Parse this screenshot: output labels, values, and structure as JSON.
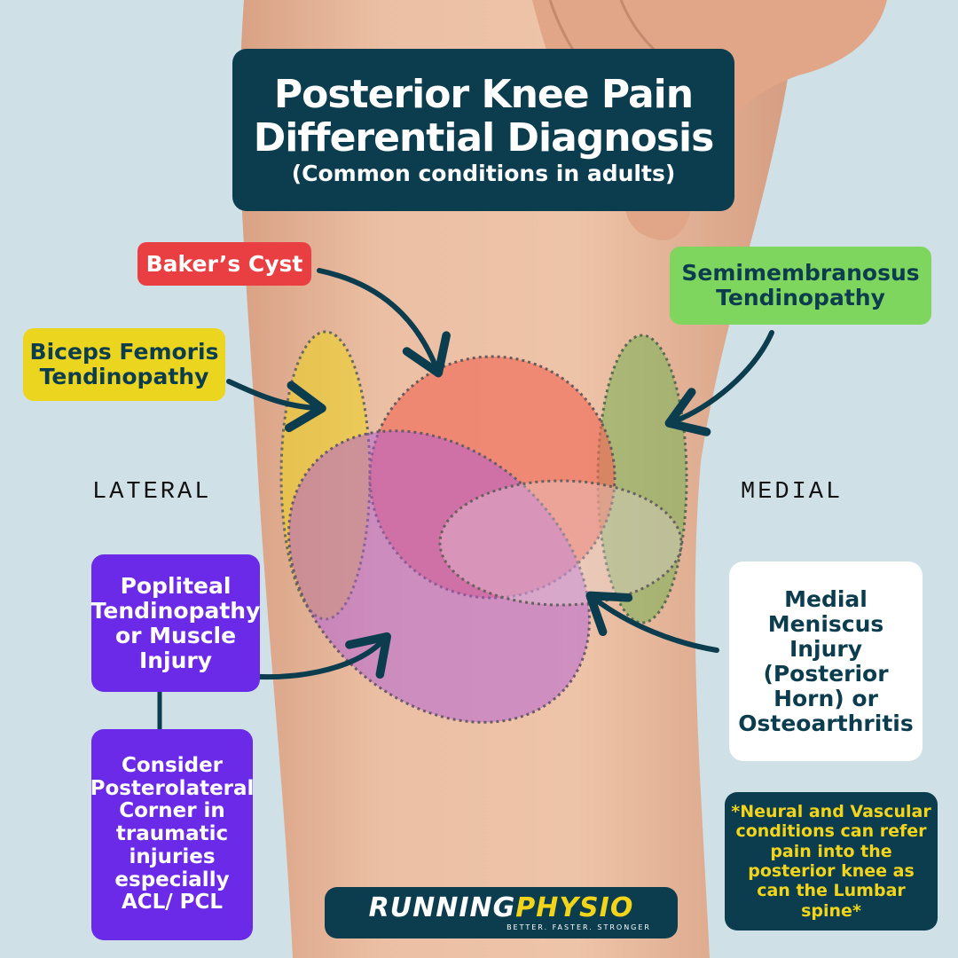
{
  "title": {
    "line1": "Posterior Knee Pain",
    "line2": "Differential Diagnosis",
    "subtitle": "(Common conditions in adults)"
  },
  "sides": {
    "lateral": "LATERAL",
    "medial": "MEDIAL"
  },
  "conditions": [
    {
      "id": "bakers-cyst",
      "label": "Baker’s Cyst",
      "color": "#ea3f42"
    },
    {
      "id": "biceps-femoris",
      "label": "Biceps Femoris Tendinopathy",
      "color": "#ecd51e"
    },
    {
      "id": "semimembranosus",
      "label": "Semimembranosus Tendinopathy",
      "color": "#7fd65e"
    },
    {
      "id": "popliteal",
      "label": "Popliteal Tendinopathy or Muscle Injury",
      "color": "#6a2ae8"
    },
    {
      "id": "medial-meniscus",
      "label": "Medial Meniscus Injury (Posterior Horn) or Osteoarthritis",
      "color": "#ffffff"
    }
  ],
  "consider_note": "Consider Posterolateral Corner in traumatic injuries especially ACL/ PCL",
  "footnote": "*Neural and Vascular conditions can refer pain into the posterior knee as can the Lumbar spine*",
  "logo": {
    "r": "R",
    "unning": "UNNING",
    "physio": "PHYSIO",
    "tagline": "BETTER. FASTER. STRONGER"
  },
  "colors": {
    "navy": "#0c3d4f",
    "background": "#cfe0e7",
    "skin": "#e6b99c"
  }
}
